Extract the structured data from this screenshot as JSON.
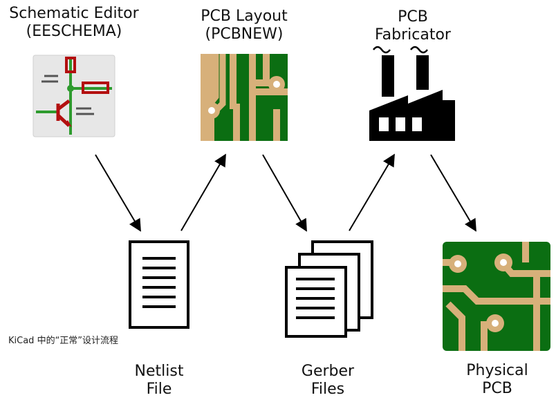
{
  "nodes": {
    "schematic_editor": {
      "line1": "Schematic Editor",
      "line2": "(EESCHEMA)"
    },
    "pcb_layout": {
      "line1": "PCB Layout",
      "line2": "(PCBNEW)"
    },
    "pcb_fabricator": {
      "line1": "PCB",
      "line2": "Fabricator"
    },
    "netlist_file": {
      "line1": "Netlist",
      "line2": "File"
    },
    "gerber_files": {
      "line1": "Gerber",
      "line2": "Files"
    },
    "physical_pcb": {
      "line1": "Physical",
      "line2": "PCB"
    }
  },
  "caption": "KiCad 中的“正常”设计流程",
  "colors": {
    "pcb_green": "#0b6e12",
    "copper": "#d7b07a",
    "schematic_red": "#b31010",
    "wire_green": "#2e9b2e",
    "black": "#000000"
  },
  "icons": {
    "schematic": "schematic-icon",
    "pcb_layout": "pcb-layout-icon",
    "factory": "factory-icon",
    "netlist": "document-icon",
    "gerber": "stacked-documents-icon",
    "physical_pcb": "physical-pcb-icon"
  }
}
